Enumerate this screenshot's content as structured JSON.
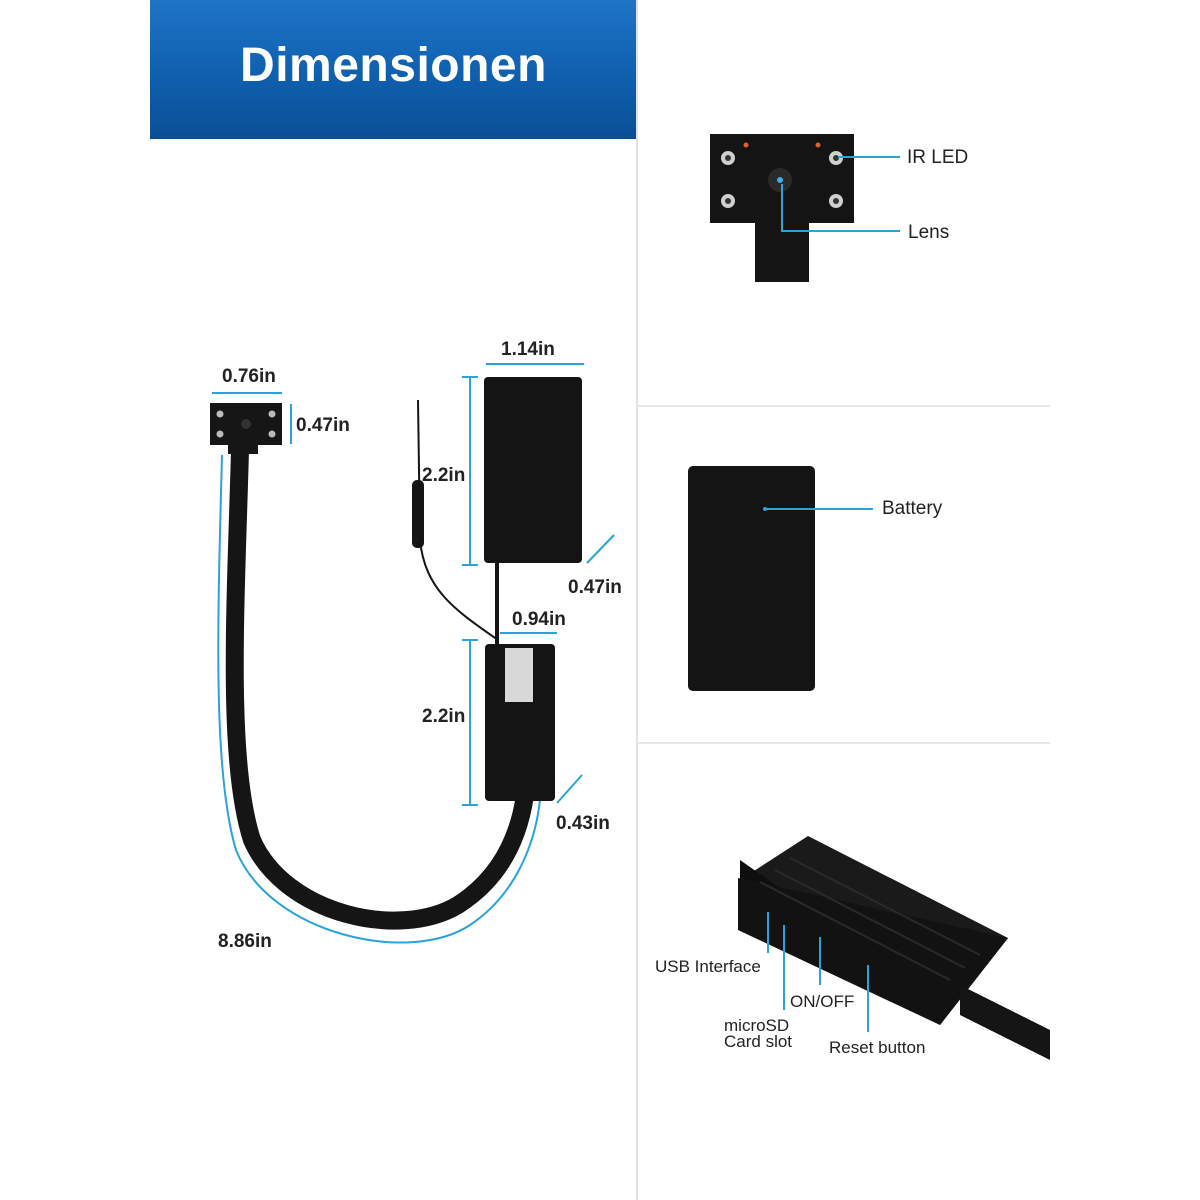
{
  "banner": {
    "title": "Dimensionen"
  },
  "dimensions": {
    "camera_width": "0.76in",
    "camera_height": "0.47in",
    "battery_width": "1.14in",
    "battery_height": "2.2in",
    "battery_depth": "0.47in",
    "module_width": "0.94in",
    "module_height": "2.2in",
    "module_depth": "0.43in",
    "cable_length": "8.86in"
  },
  "callouts": {
    "ir_led": "IR LED",
    "lens": "Lens",
    "battery": "Battery",
    "usb_interface": "USB Interface",
    "on_off": "ON/OFF",
    "microsd_line1": "microSD",
    "microsd_line2": "Card slot",
    "reset_button": "Reset button"
  },
  "colors": {
    "banner_blue": "#1268b8",
    "leader_blue": "#2aa3d8",
    "device_black": "#141414"
  }
}
